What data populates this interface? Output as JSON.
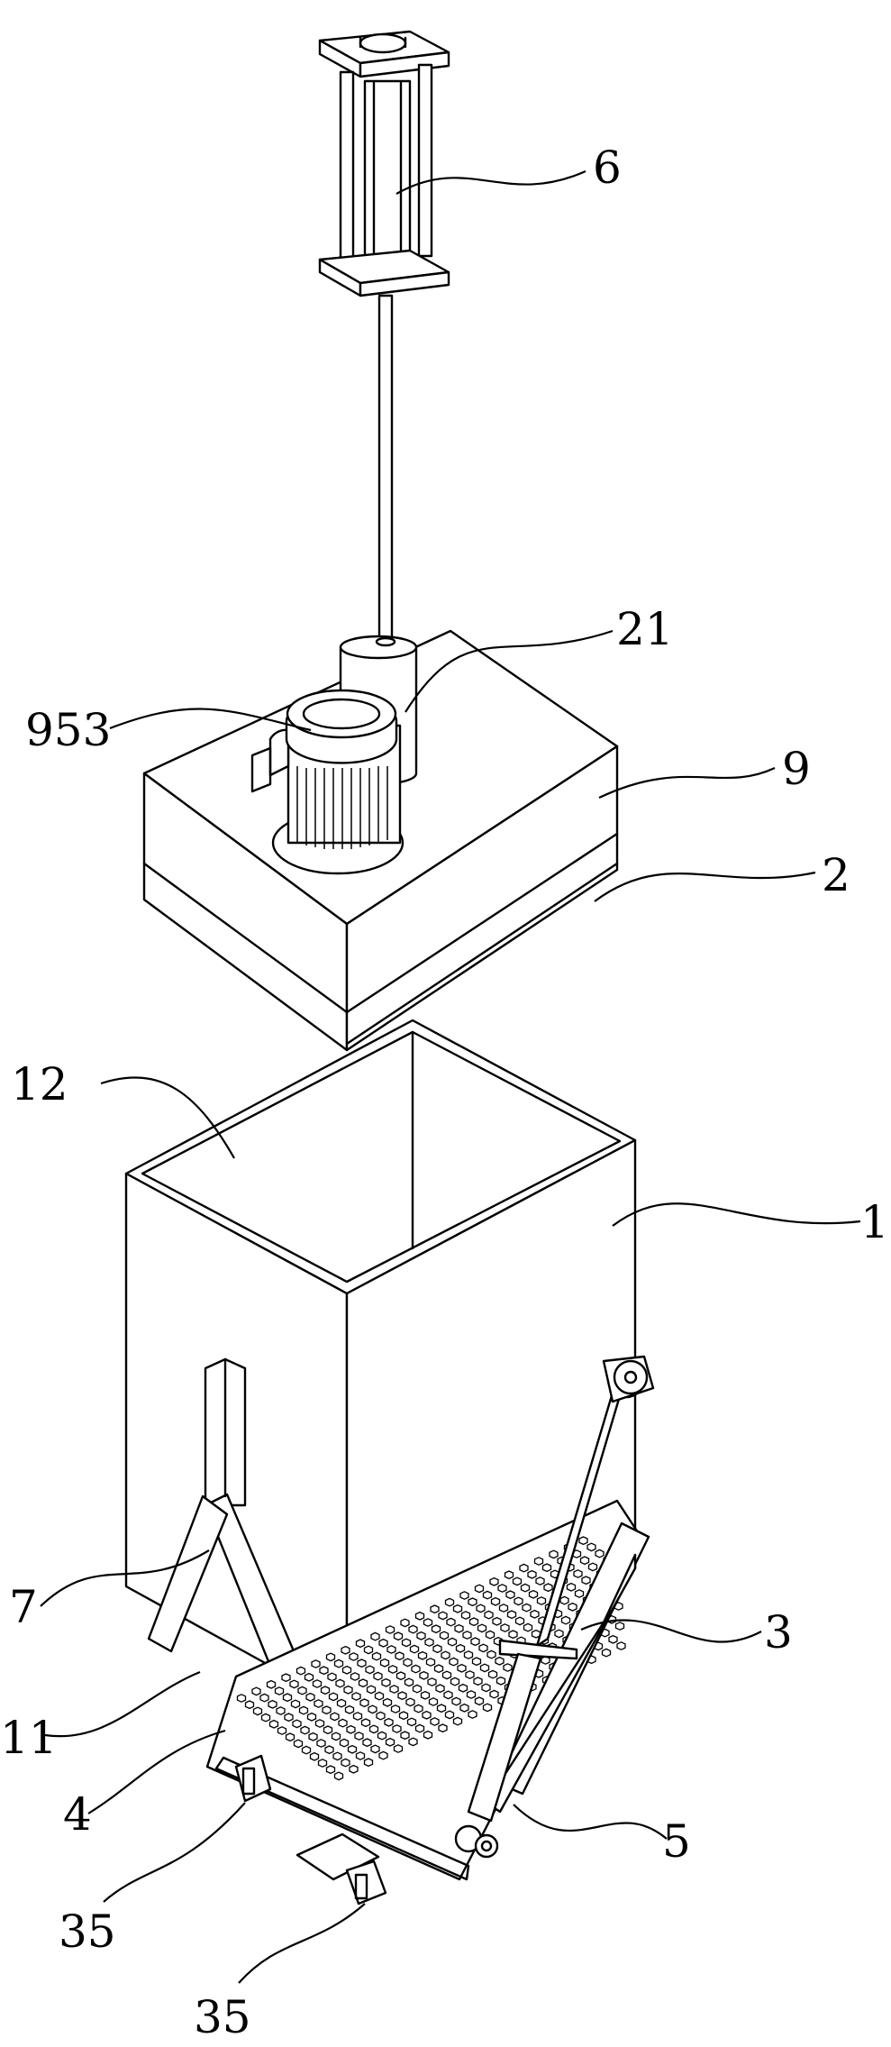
{
  "labels": {
    "l6": "6",
    "l21": "21",
    "l953": "953",
    "l9": "9",
    "l2": "2",
    "l12": "12",
    "l1": "1",
    "l7": "7",
    "l11": "11",
    "l3": "3",
    "l4": "4",
    "l5": "5",
    "l35a": "35",
    "l35b": "35"
  }
}
